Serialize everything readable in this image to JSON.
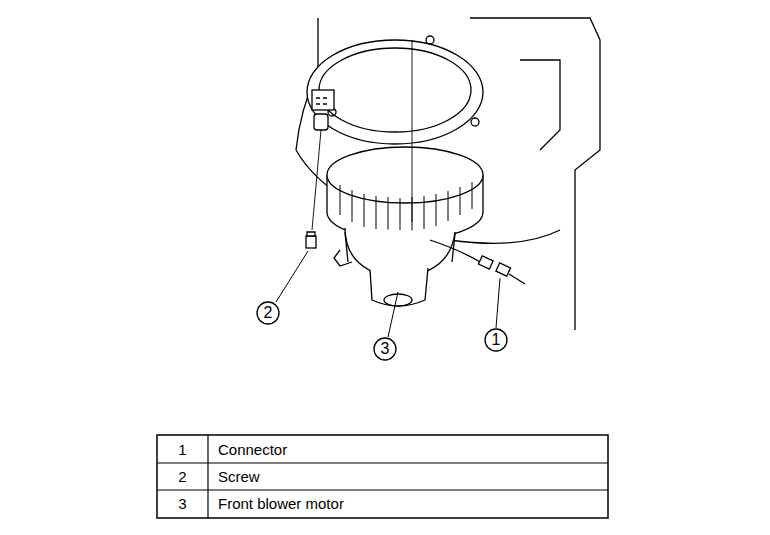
{
  "diagram": {
    "labels": [
      "2",
      "1",
      "3",
      "1",
      "Connector",
      "2",
      "Screw",
      "3",
      "Front blower motor"
    ]
  }
}
